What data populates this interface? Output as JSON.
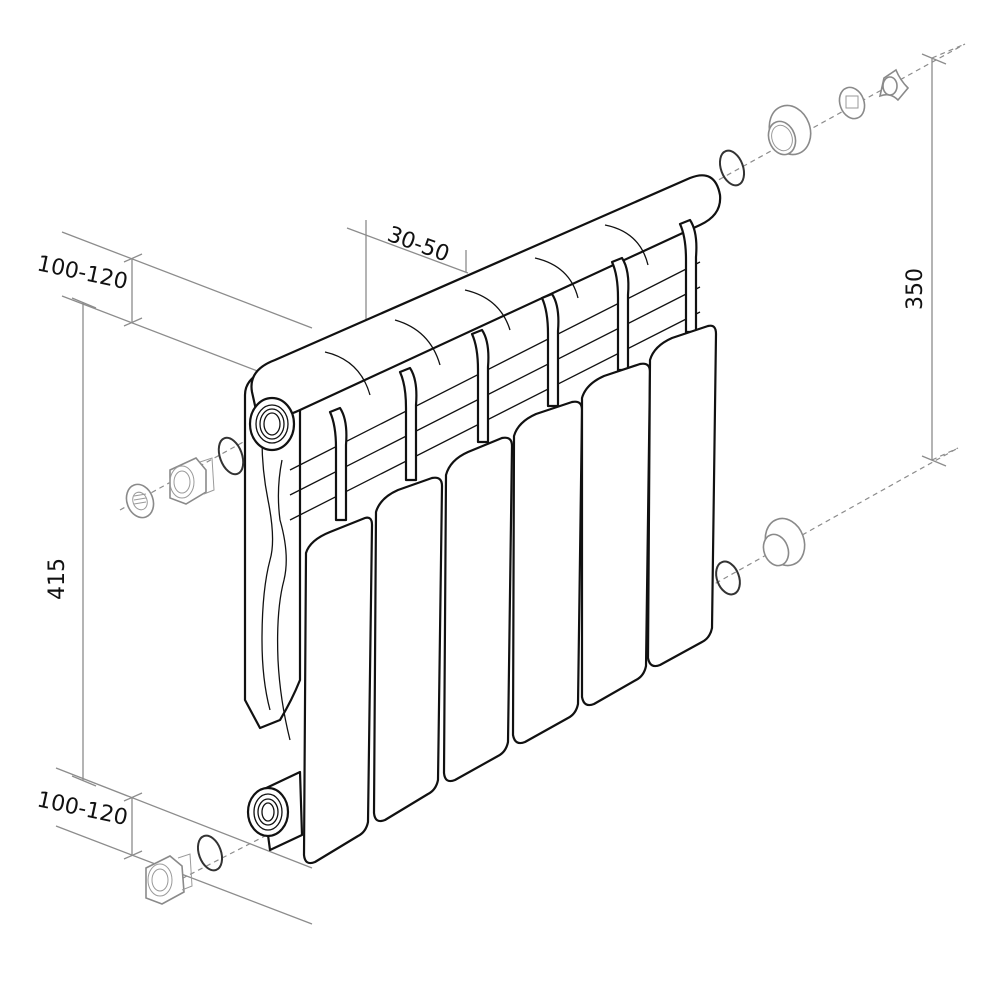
{
  "diagram": {
    "subject": "Sectional radiator (6 sections) with mounting fittings, exploded view",
    "sections_count": 6,
    "dimensions": {
      "top_wall_clearance": "100-120",
      "bottom_floor_clearance": "100-120",
      "window_sill_gap": "30-50",
      "total_height": "415",
      "center_distance": "350"
    },
    "components": {
      "left_top_plug": "plug",
      "left_top_adapter": "threaded adapter",
      "left_top_gasket": "o-ring gasket",
      "left_bottom_adapter": "threaded adapter",
      "left_bottom_gasket": "o-ring gasket",
      "right_top_gasket": "o-ring gasket",
      "right_top_adapter": "reducer plug",
      "right_top_vent": "air vent",
      "right_top_key": "vent key",
      "right_bottom_gasket": "o-ring gasket",
      "right_bottom_plug": "end plug"
    },
    "colors": {
      "outline": "#111111",
      "dimension_line": "#8c8c8c",
      "fitting": "#8a8a8a",
      "background": "#ffffff"
    }
  }
}
